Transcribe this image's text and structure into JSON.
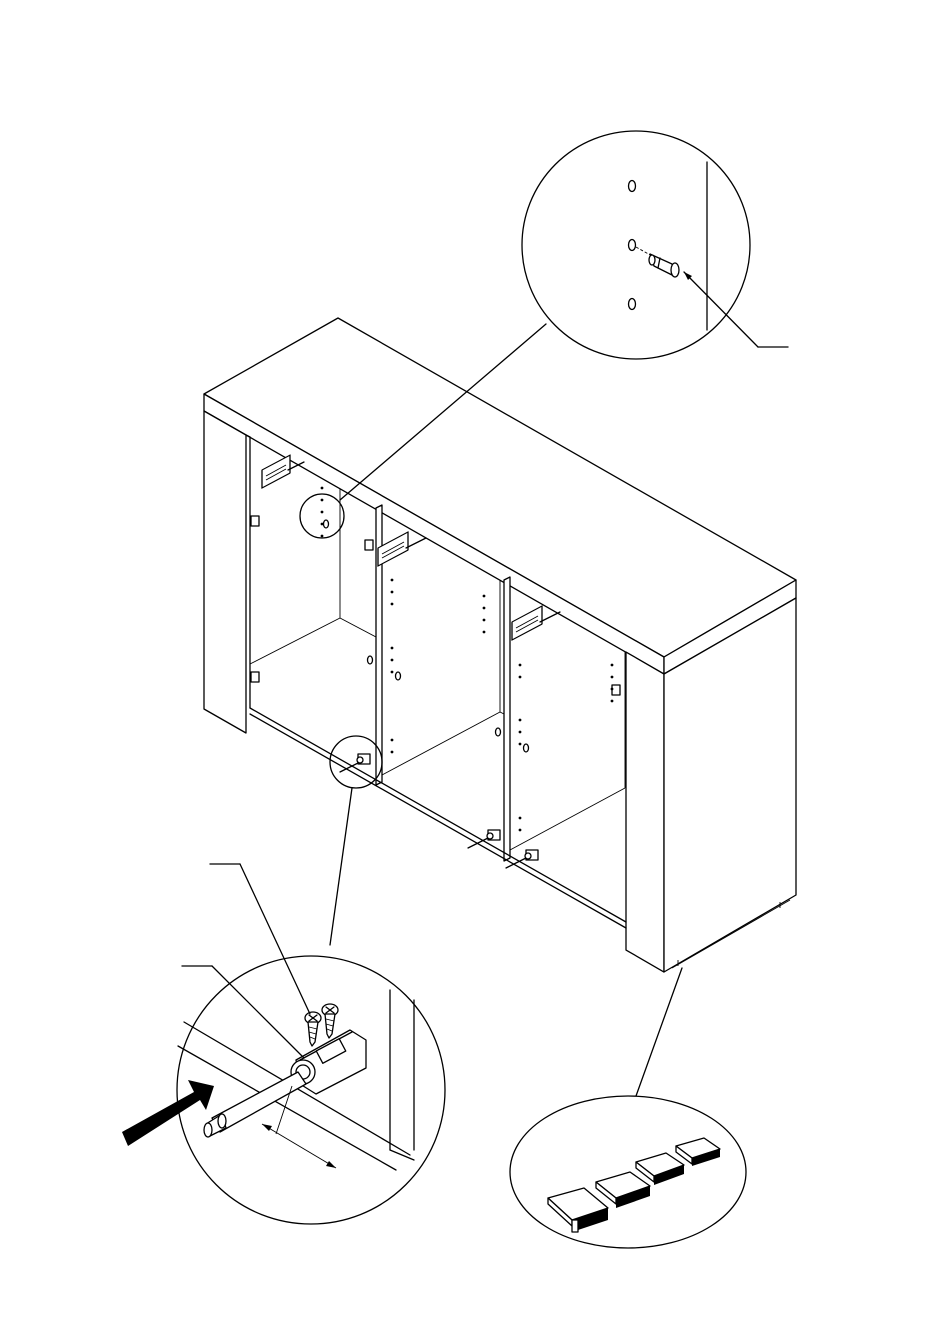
{
  "figure": {
    "background": "#ffffff",
    "line_color": "#000000",
    "callouts": [
      "shelf-support-pin-detail",
      "door-push-latch-detail",
      "adjustable-floor-glides-detail"
    ],
    "icons": [
      "push-direction-arrow",
      "screw-icon",
      "shelf-pin-icon",
      "floor-glide-icon"
    ]
  }
}
